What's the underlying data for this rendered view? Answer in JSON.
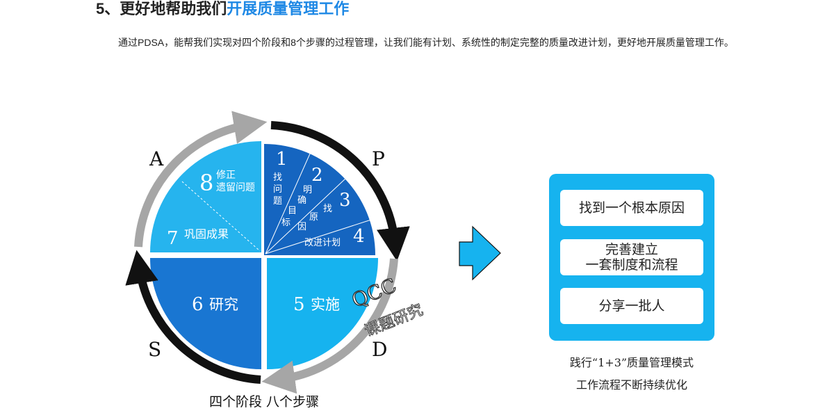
{
  "heading": {
    "prefix": "5、更好地帮助我们",
    "highlight": "开展质量管理工作"
  },
  "intro": "通过PDSA，能帮我们实现对四个阶段和8个步骤的过程管理，让我们能有计划、系统性的制定完整的质量改进计划，更好地开展质量管理工作。",
  "cycle": {
    "phases": {
      "A": "A",
      "P": "P",
      "D": "D",
      "S": "S"
    },
    "steps": [
      {
        "num": "1",
        "text": [
          "找",
          "问",
          "题"
        ]
      },
      {
        "num": "2",
        "text": [
          "明",
          "确",
          "目",
          "标"
        ]
      },
      {
        "num": "3",
        "text": [
          "找",
          "原",
          "因"
        ]
      },
      {
        "num": "4",
        "text": "改进计划"
      },
      {
        "num": "5",
        "text": "实施"
      },
      {
        "num": "6",
        "text": "研究"
      },
      {
        "num": "7",
        "text": "巩固成果"
      },
      {
        "num": "8",
        "text": [
          "修正",
          "遗留问题"
        ]
      }
    ],
    "qcc": "QCC",
    "qcc_sub": "课题研究",
    "caption": "四个阶段 八个步骤"
  },
  "panel": {
    "items": [
      "找到一个根本原因",
      "完善建立",
      "一套制度和流程",
      "分享一批人"
    ],
    "caption_1": "践行“1+3”质量管理模式",
    "caption_2": "工作流程不断持续优化"
  },
  "colors": {
    "dark_blue": "#1565c0",
    "mid_blue": "#1976d2",
    "light_blue": "#1eb0ef",
    "sky_blue": "#26b4ee",
    "gray_arrow": "#a6a6a6",
    "black_arrow": "#111111",
    "accent": "#1e88e5"
  }
}
